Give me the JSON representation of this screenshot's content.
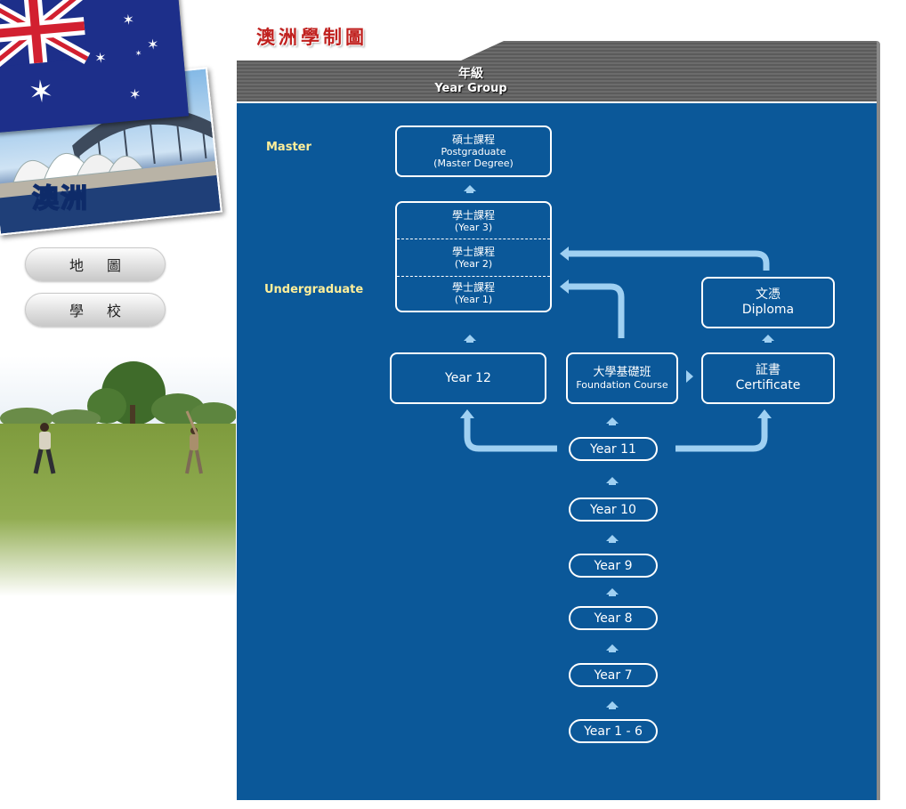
{
  "sidebar": {
    "country_name": "澳洲",
    "nav": [
      {
        "label": "地圖"
      },
      {
        "label": "學校"
      }
    ]
  },
  "page_title": "澳洲學制圖",
  "chart": {
    "header": {
      "cn": "年級",
      "en": "Year Group"
    },
    "levels": {
      "master": "Master",
      "undergraduate": "Undergraduate"
    },
    "postgraduate": {
      "cn": "碩士課程",
      "en1": "Postgraduate",
      "en2": "(Master Degree)"
    },
    "bachelor": [
      {
        "cn": "學士課程",
        "en": "(Year 3)"
      },
      {
        "cn": "學士課程",
        "en": "(Year 2)"
      },
      {
        "cn": "學士課程",
        "en": "(Year 1)"
      }
    ],
    "diploma": {
      "cn": "文憑",
      "en": "Diploma"
    },
    "year12": "Year 12",
    "foundation": {
      "cn": "大學基礎班",
      "en": "Foundation Course"
    },
    "certificate": {
      "cn": "証書",
      "en": "Certificate"
    },
    "years": [
      "Year 11",
      "Year 10",
      "Year 9",
      "Year 8",
      "Year 7",
      "Year 1 - 6"
    ]
  },
  "colors": {
    "panel": "#0b5899",
    "arrow": "#9fd0f2",
    "level_text": "#ffef9a",
    "title": "#c0211f"
  }
}
